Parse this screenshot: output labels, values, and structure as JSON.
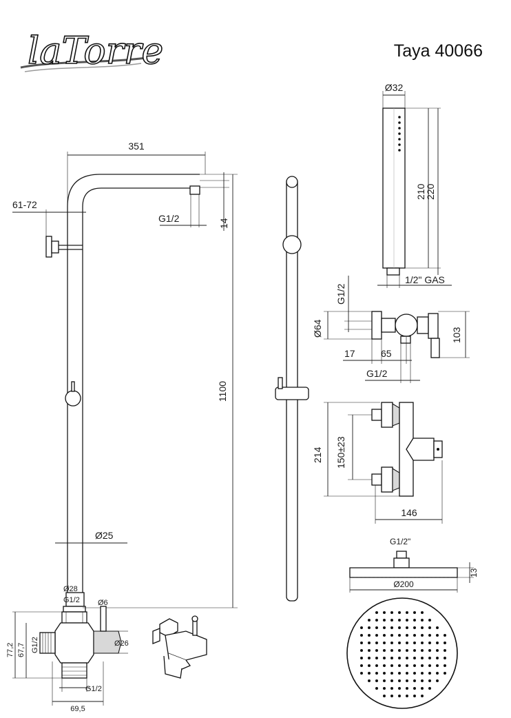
{
  "logo": {
    "text": "laTorre"
  },
  "product_title": "Taya 40066",
  "dimensions": {
    "arm_length": "351",
    "wall_offset": "61-72",
    "arm_outlet_thread": "G1/2",
    "arm_drop": "14",
    "column_height": "1100",
    "column_diameter": "Ø25",
    "hand_shower_diameter": "Ø32",
    "hand_shower_length_a": "210",
    "hand_shower_length_b": "220",
    "hand_shower_thread": "1/2\" GAS",
    "wall_mixer_inlet_thread": "G1/2",
    "wall_mixer_flange_diameter": "Ø64",
    "wall_mixer_depth": "103",
    "wall_mixer_offset_a": "17",
    "wall_mixer_offset_b": "65",
    "wall_mixer_outlet_thread": "G1/2",
    "mixer_height": "214",
    "mixer_centers": "150±23",
    "mixer_width": "146",
    "head_thread": "G1/2\"",
    "head_thickness": "13",
    "head_diameter": "Ø200",
    "diverter_top_diameter": "Ø28",
    "diverter_top_thread": "G1/2",
    "diverter_pin_diameter": "Ø6",
    "diverter_height_a": "77,2",
    "diverter_height_b": "67,7",
    "diverter_side_thread": "G1/2",
    "diverter_body_diameter": "Ø26",
    "diverter_bottom_thread": "G1/2",
    "diverter_width": "69,5"
  }
}
